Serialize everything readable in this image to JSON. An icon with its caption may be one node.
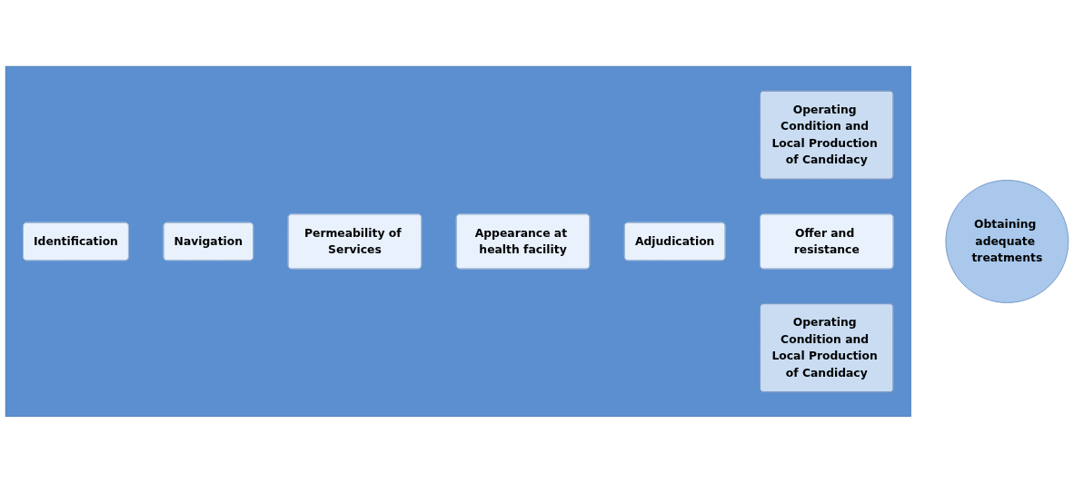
{
  "diagram": {
    "nodes": [
      {
        "text": [],
        "shape": "arrow"
      },
      {
        "text": [
          "Operating Condition and Local Production of Candidacy"
        ],
        "in": 0
      },
      {
        "text": [
          "Identification"
        ],
        "in": 0
      },
      {
        "text": [
          "Navigation"
        ],
        "in": 0
      },
      {
        "text": [
          "Permeability of Services"
        ],
        "in": 0
      },
      {
        "text": [
          "Appearance at health facility"
        ],
        "in": 0
      },
      {
        "text": [
          "Adjudication"
        ],
        "in": 0
      },
      {
        "text": [
          "Offer and resistance"
        ],
        "in": 0
      },
      {
        "text": [
          "Operating Condition and Local Production of Candidacy"
        ],
        "in": 0
      },
      {
        "text": [
          "Obtaining adequate treatments"
        ]
      }
    ]
  }
}
